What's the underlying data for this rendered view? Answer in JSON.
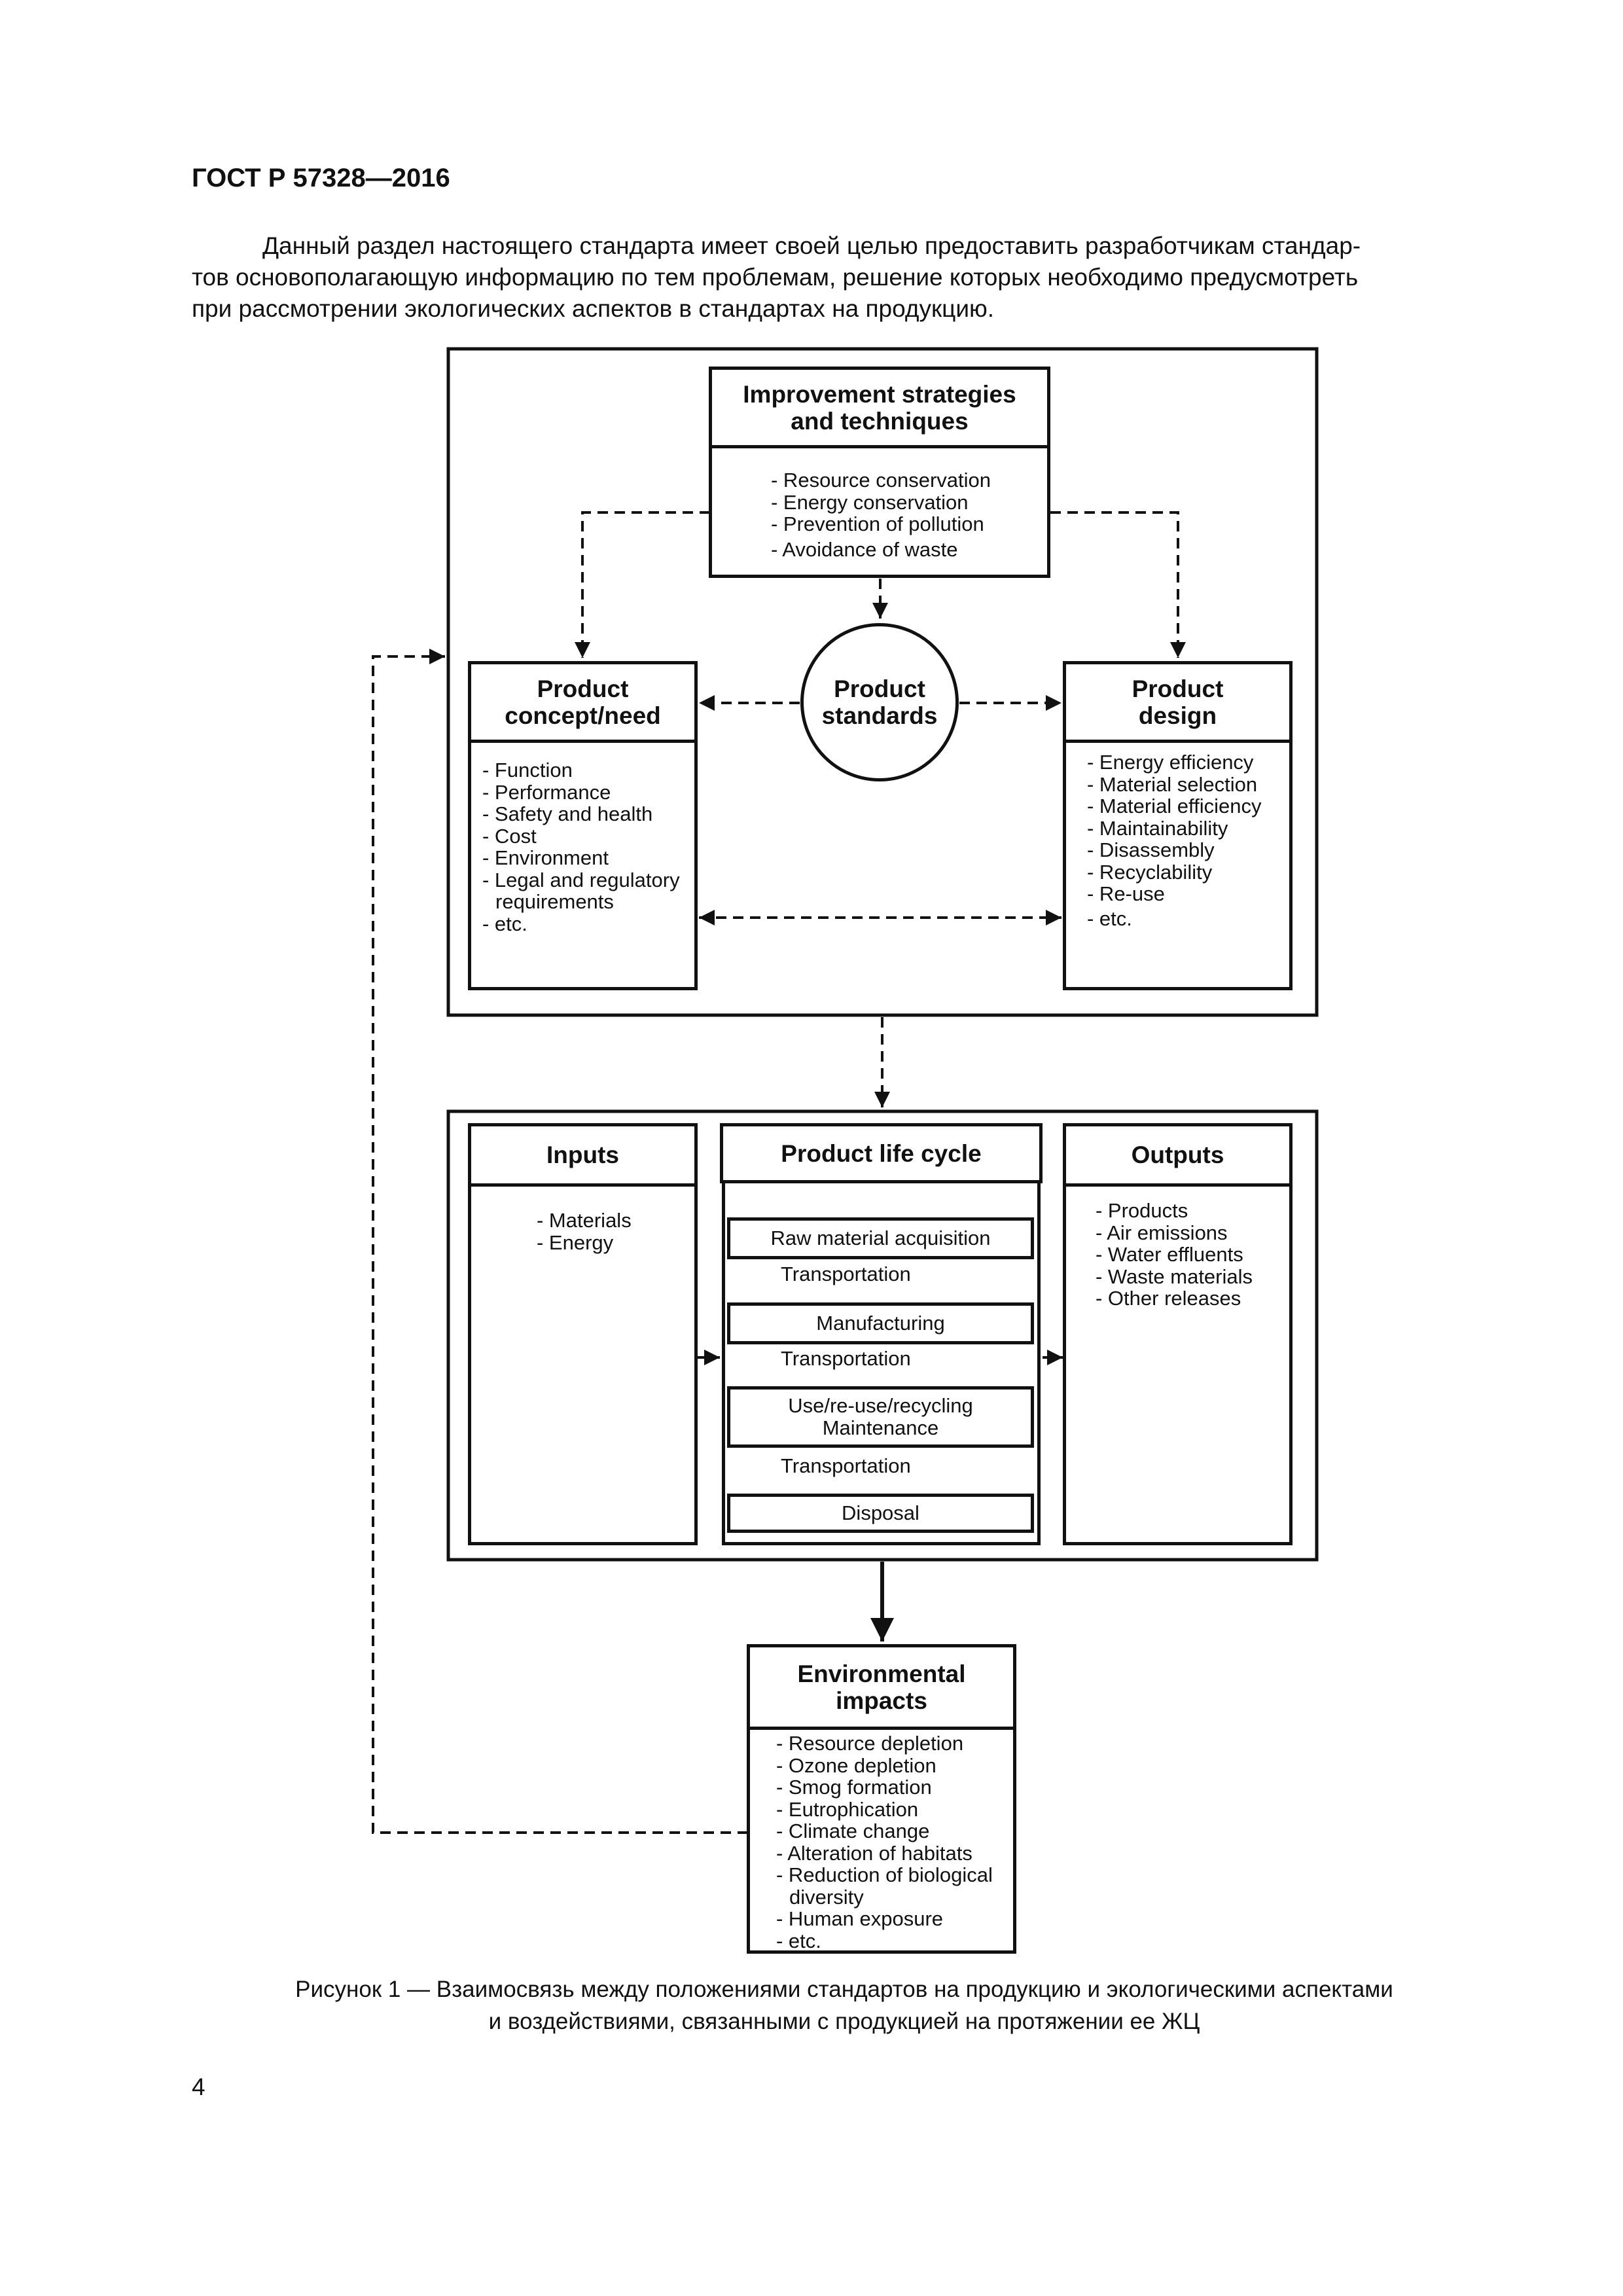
{
  "header": {
    "standard": "ГОСТ Р 57328—2016"
  },
  "intro": {
    "lines": [
      "Данный раздел настоящего стандарта имеет своей целью предоставить разработчикам стандар-",
      "тов основополагающую информацию по тем проблемам, решение которых необходимо предусмотреть",
      "при рассмотрении экологических аспектов в стандартах на продукцию."
    ]
  },
  "diagram": {
    "improvement": {
      "title": [
        "Improvement strategies",
        "and techniques"
      ],
      "items": [
        "- Resource conservation",
        "- Energy conservation",
        "- Prevention of pollution",
        "- Avoidance of waste"
      ]
    },
    "standards": {
      "label": [
        "Product",
        "standards"
      ]
    },
    "concept": {
      "title": [
        "Product",
        "concept/need"
      ],
      "items": [
        "- Function",
        "- Performance",
        "- Safety and health",
        "- Cost",
        "- Environment",
        "- Legal and regulatory requirements",
        "- etc."
      ]
    },
    "design": {
      "title": [
        "Product",
        "design"
      ],
      "items": [
        "- Energy efficiency",
        "- Material selection",
        "- Material efficiency",
        "- Maintainability",
        "- Disassembly",
        "- Recyclability",
        "- Re-use",
        "- etc."
      ]
    },
    "inputs": {
      "title": "Inputs",
      "items": [
        "- Materials",
        "- Energy"
      ]
    },
    "lifecycle": {
      "title": "Product life cycle",
      "steps": [
        [
          "Raw material acquisition"
        ],
        [
          "Manufacturing"
        ],
        [
          "Use/re-use/recycling",
          "Maintenance"
        ],
        [
          "Disposal"
        ]
      ],
      "transport": [
        "Transportation",
        "Transportation",
        "Transportation"
      ]
    },
    "outputs": {
      "title": "Outputs",
      "items": [
        "- Products",
        "- Air emissions",
        "- Water effluents",
        "- Waste materials",
        "- Other releases"
      ]
    },
    "impacts": {
      "title": [
        "Environmental",
        "impacts"
      ],
      "items": [
        "- Resource depletion",
        "- Ozone depletion",
        "- Smog formation",
        "- Eutrophication",
        "- Climate change",
        "- Alteration of habitats",
        "- Reduction of biological diversity",
        "- Human exposure",
        "- etc."
      ]
    }
  },
  "caption": {
    "lines": [
      "Рисунок  1 — Взаимосвязь между положениями стандартов на продукцию и экологическими аспектами",
      "и воздействиями, связанными с продукцией на протяжении ее ЖЦ"
    ]
  },
  "page_number": "4"
}
